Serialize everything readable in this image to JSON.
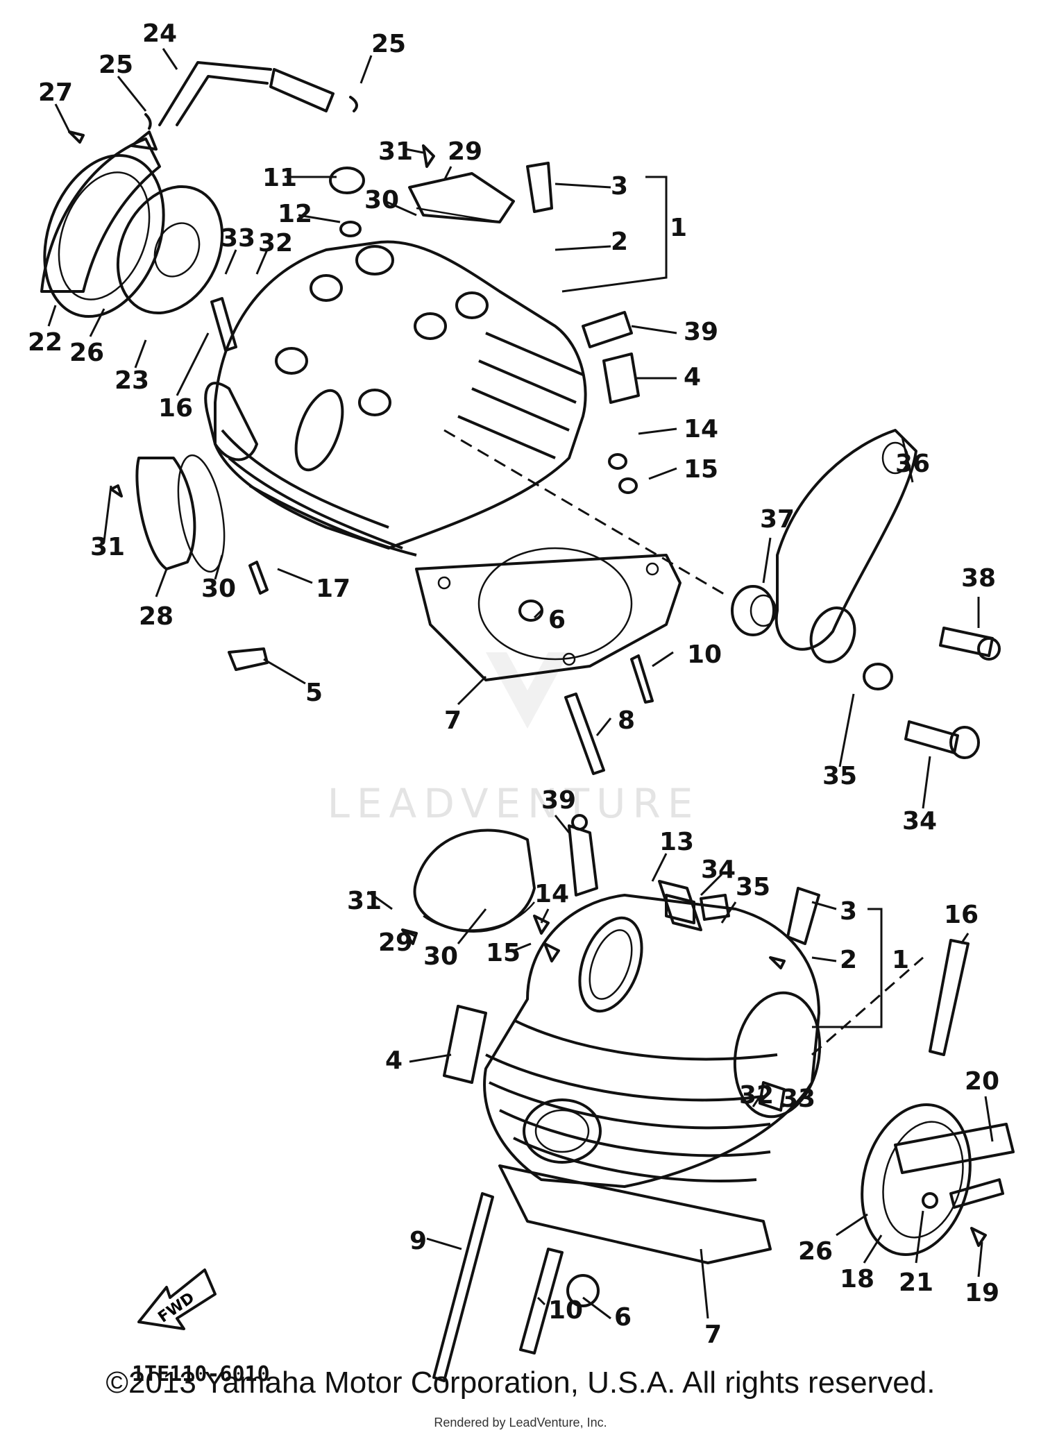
{
  "diagram": {
    "code": "1TE110-6010",
    "watermark": "LEADVENTURE",
    "fwd_label": "FWD",
    "copyright": "©2013 Yamaha Motor Corporation, U.S.A. All rights reserved.",
    "rendered_by": "Rendered by LeadVenture, Inc."
  },
  "callouts_upper": [
    "24",
    "25",
    "25",
    "27",
    "31",
    "29",
    "3",
    "11",
    "30",
    "12",
    "2",
    "1",
    "33",
    "32",
    "39",
    "22",
    "26",
    "23",
    "16",
    "4",
    "14",
    "15",
    "36",
    "37",
    "38",
    "31",
    "30",
    "28",
    "17",
    "6",
    "10",
    "5",
    "7",
    "8",
    "35",
    "34"
  ],
  "callouts_lower": [
    "39",
    "13",
    "34",
    "35",
    "3",
    "16",
    "31",
    "14",
    "29",
    "30",
    "15",
    "2",
    "1",
    "4",
    "32",
    "33",
    "20",
    "9",
    "6",
    "10",
    "7",
    "26",
    "18",
    "21",
    "19"
  ]
}
